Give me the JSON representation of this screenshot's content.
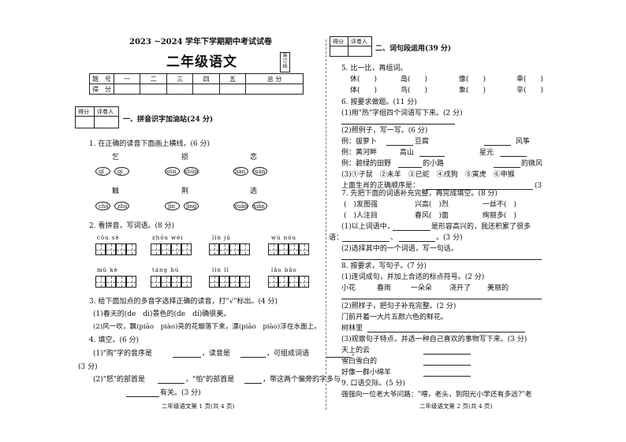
{
  "left": {
    "header": {
      "year_title": "2023 ~2024 学年下学期期中考试试卷",
      "subject": "二年级语文",
      "seal": "装订线"
    },
    "score_table": {
      "row1": [
        "题　号",
        "一",
        "二",
        "三",
        "四",
        "五",
        "总 分"
      ],
      "row2": [
        "得　分",
        "",
        "",
        "",
        "",
        "",
        ""
      ]
    },
    "grader": {
      "score": "得分",
      "grader": "评卷人"
    },
    "section1_title": "一、拼音识字加油站(24 分)",
    "q1": {
      "title": "1. 在正确的读音下面画上横线。(6 分)",
      "groups": [
        {
          "char": "乞",
          "a": "qǐ",
          "b": "qì"
        },
        {
          "char": "损",
          "a": "sǔn",
          "b": "shǔn"
        },
        {
          "char": "恋",
          "a": "liàn",
          "b": "luàn"
        },
        {
          "char": "触",
          "a": "chù",
          "b": "zhù"
        },
        {
          "char": "荆",
          "a": "jīn",
          "b": "jīng"
        },
        {
          "char": "选",
          "a": "xuǎn",
          "b": "xiǎn"
        }
      ]
    },
    "q2": {
      "title": "2. 看拼音，写词语。(8 分)",
      "row1": [
        "cōu sè",
        "zhōu wéi",
        "lín jū",
        "wú nóu"
      ],
      "row2": [
        "mù kè",
        "táng hú",
        "lín lǐ",
        "lǎo bǎo"
      ]
    },
    "q3": {
      "title": "3. 给下面加点的多音字选择正确的读音，打\"√\"标出。(4 分)",
      "line1": "(1)春天的(de　dì)景色的(de　dí)确很美。",
      "line2": "(2)风一吹，飘(piāo　piào)亮的花瓣落下来，漂(piāo　piào)浮在水面上。"
    },
    "q4": {
      "title": "4. 填空。(6 分)",
      "l1a": "(1)\"购\"字的音序是",
      "l1b": "，读音是",
      "l1c": "，可组成词语",
      "l1d": "。",
      "l1e": "(3 分)",
      "l2a": "(2)\"怒\"的部首是",
      "l2b": "，\"怕\"的部首是",
      "l2c": "，带这两个偏旁的字多与",
      "l2d": "有关。(3 分)"
    },
    "footer": "二年级语文第 1 页(共 4 页)"
  },
  "right": {
    "grader": {
      "score": "得分",
      "grader": "评卷人"
    },
    "section2_title": "二、词句段运用(39 分)",
    "q5": {
      "title": "5. 比一比，再组词。",
      "row1": [
        "休(　　)",
        "岛(　　)",
        "像(　　)",
        "幸(　　)"
      ],
      "row2": [
        "体(　　)",
        "鸟(　　)",
        "象(　　)",
        "辛(　　)"
      ]
    },
    "q6": {
      "title": "6. 按要求做题。(11 分)",
      "s1": "(1)用\"热\"字组四个词语写下来。(2 分)",
      "s2": "(2)照例子，写一写。(6 分)",
      "ex1a": "例：拔萝卜",
      "ex1b": "豆腐",
      "ex1c": "风筝",
      "ex2a": "例：黄河畔",
      "ex2b": "高山",
      "ex2c": "星光",
      "ex3a": "例：碧绿的田野",
      "ex3b": "的小路",
      "ex3c": "的微风",
      "s3": "(3)①子鼠　②未羊　③已蛇　④戌狗　⑤寅虎　⑥申猴",
      "s3b": "上面生肖的正确顺序是：",
      "s3c": "(3"
    },
    "q7": {
      "title": "7. 先把下面的词语补充完整，再完成填空。(8 分)",
      "r1": [
        "(　)发图强",
        "兴高(　)烈",
        "一丝不(　)"
      ],
      "r2": [
        "(　)人注目",
        "春风(　)面",
        "绚丽多(　)"
      ],
      "s1": "(1)以上词语中，",
      "s1b": "是形容高兴的，我还积累了很多",
      "s1c": "语：",
      "s1d": "、",
      "s1e": "。(3 分)",
      "s2": "(2)选择其中的一个词语，写一句话。"
    },
    "q8": {
      "title": "8. 按要求，写句子。(7 分)",
      "s1": "(1)连词成句，并加上合适的标点符号。(2 分)",
      "words": [
        "小花",
        "春雨",
        "一朵朵",
        "浇开了",
        "美丽的"
      ],
      "s2": "(2)照样子，把句子补充完整。(2 分)",
      "s2a": "门前开着一大片五颜六色的鲜花。",
      "s2b": "树林里",
      "s3": "(3)观察句子特点，并选一种自己喜欢的事物写下来。(3 分)",
      "s3a": "天上的云",
      "s3b": "雪白雪白的",
      "s3c": "好像一群小绵羊"
    },
    "q9": {
      "title": "9. 口语交际。(5 分)",
      "s1": "强强向一位老大爷问路：\"喂，老头，到阳光小学还有多远?\"老"
    },
    "footer": "二年级语文第 2 页(共 4 页)"
  }
}
